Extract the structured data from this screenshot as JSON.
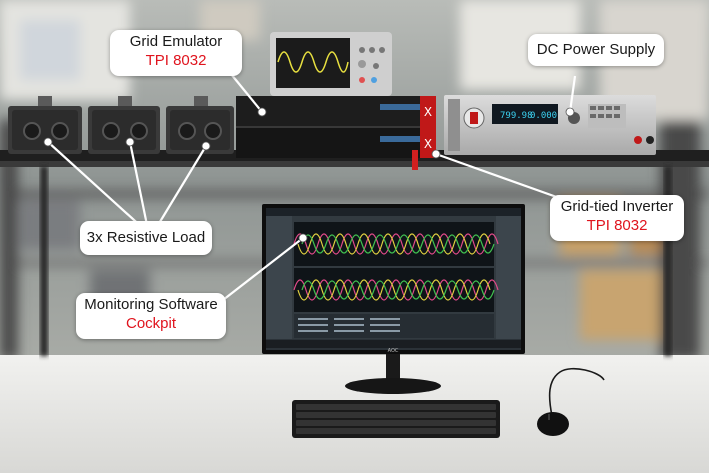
{
  "callouts": {
    "grid_emulator": {
      "title": "Grid Emulator",
      "subtitle": "TPI 8032"
    },
    "dc_power_supply": {
      "title": "DC Power Supply"
    },
    "resistive_load": {
      "title": "3x Resistive Load"
    },
    "grid_tied_inverter": {
      "title": "Grid-tied Inverter",
      "subtitle": "TPI 8032"
    },
    "monitoring_software": {
      "title": "Monitoring Software",
      "subtitle": "Cockpit"
    }
  },
  "colors": {
    "label_text": "#1a1a1a",
    "accent_red": "#e0141e",
    "callout_bg": "#ffffff",
    "shelf": "#222222",
    "wall": "#9aa0a0",
    "desk": "#e6e6e3"
  },
  "device_text": {
    "psu_readout_voltage": "799.98",
    "psu_readout_current": "0.000",
    "monitor_brand": "AOC"
  }
}
